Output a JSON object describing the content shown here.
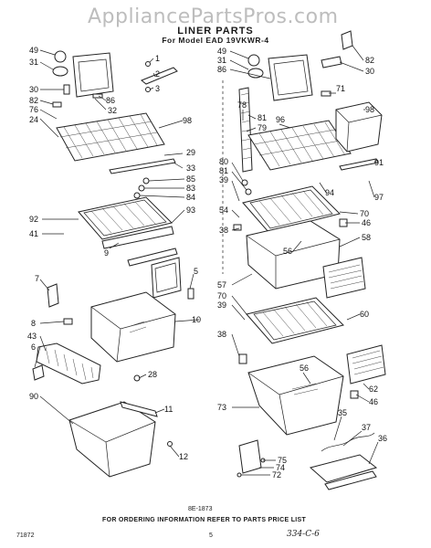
{
  "header": {
    "watermark": "AppliancePartsPros.com",
    "title": "LINER PARTS",
    "subtitle": "For Model EAD 19VKWR-4"
  },
  "footer": {
    "ref_code": "8E-1873",
    "ordering_info": "FOR ORDERING INFORMATION REFER TO PARTS PRICE LIST",
    "left_code": "71872",
    "page_number": "5",
    "handwritten": "334-C-6"
  },
  "callouts": {
    "c49a": "49",
    "c31a": "31",
    "c1": "1",
    "c2": "2",
    "c3": "3",
    "c30a": "30",
    "c82a": "82",
    "c76": "76",
    "c24": "24",
    "c86a": "86",
    "c32": "32",
    "c98a": "98",
    "c29": "29",
    "c33": "33",
    "c85": "85",
    "c83": "83",
    "c84": "84",
    "c93": "93",
    "c92": "92",
    "c41": "41",
    "c9": "9",
    "c7": "7",
    "c5": "5",
    "c8": "8",
    "c10": "10",
    "c43": "43",
    "c6": "6",
    "c28": "28",
    "c90": "90",
    "c11": "11",
    "c12": "12",
    "c49b": "49",
    "c31b": "31",
    "c86b": "86",
    "c82b": "82",
    "c30b": "30",
    "c71": "71",
    "c78": "78",
    "c81a": "81",
    "c79": "79",
    "c96": "96",
    "c98b": "98",
    "c80": "80",
    "c81b": "81",
    "c39a": "39",
    "c91": "91",
    "c94": "94",
    "c97": "97",
    "c54": "54",
    "c70a": "70",
    "c46a": "46",
    "c38a": "38",
    "c56a": "56",
    "c58": "58",
    "c57": "57",
    "c70b": "70",
    "c39b": "39",
    "c60": "60",
    "c38b": "38",
    "c56b": "56",
    "c62": "62",
    "c46b": "46",
    "c73": "73",
    "c35": "35",
    "c37": "37",
    "c36": "36",
    "c75": "75",
    "c74": "74",
    "c72": "72"
  },
  "colors": {
    "ink": "#1a1a1a",
    "watermark": "#bdbdbd",
    "paper": "#ffffff"
  }
}
